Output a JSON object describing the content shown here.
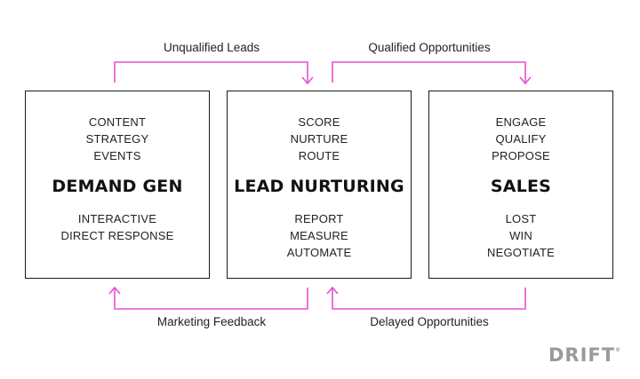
{
  "flows": {
    "unqualified_leads": "Unqualified Leads",
    "qualified_opportunities": "Qualified Opportunities",
    "marketing_feedback": "Marketing Feedback",
    "delayed_opportunities": "Delayed Opportunities"
  },
  "stages": [
    {
      "title": "DEMAND GEN",
      "top_items": [
        "CONTENT",
        "STRATEGY",
        "EVENTS"
      ],
      "bottom_items": [
        "INTERACTIVE",
        "DIRECT RESPONSE"
      ]
    },
    {
      "title": "LEAD NURTURING",
      "top_items": [
        "SCORE",
        "NURTURE",
        "ROUTE"
      ],
      "bottom_items": [
        "REPORT",
        "MEASURE",
        "AUTOMATE"
      ]
    },
    {
      "title": "SALES",
      "top_items": [
        "ENGAGE",
        "QUALIFY",
        "PROPOSE"
      ],
      "bottom_items": [
        "LOST",
        "WIN",
        "NEGOTIATE"
      ]
    }
  ],
  "logo": {
    "text": "DRIFT"
  },
  "colors": {
    "connector": "#e84fd8",
    "border": "#1a1a1a",
    "logo": "#9a9a9a"
  }
}
